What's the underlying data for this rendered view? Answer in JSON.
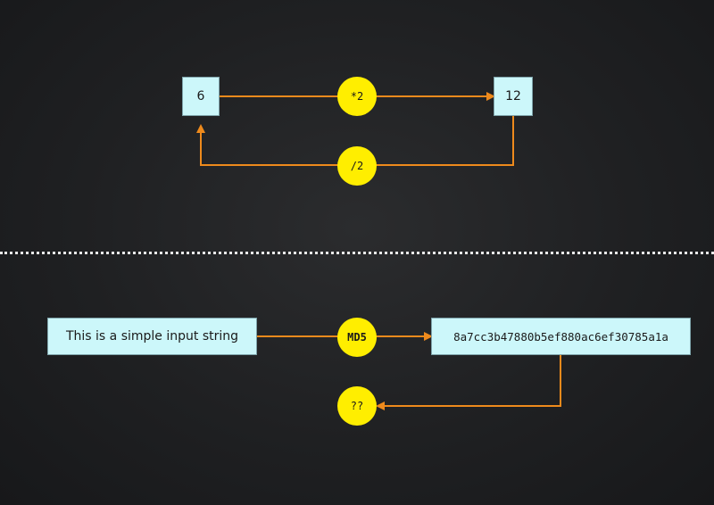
{
  "top": {
    "source_value": "6",
    "target_value": "12",
    "forward_op": "*2",
    "inverse_op": "/2"
  },
  "bottom": {
    "input_string": "This is a simple input string",
    "hash_op": "MD5",
    "hash_output": "8a7cc3b47880b5ef880ac6ef30785a1a",
    "inverse_op": "??"
  },
  "colors": {
    "arrow": "#ee8a1c",
    "node_fill": "#ccf7fa",
    "op_fill": "#ffee00",
    "divider": "#e8e8e8"
  }
}
